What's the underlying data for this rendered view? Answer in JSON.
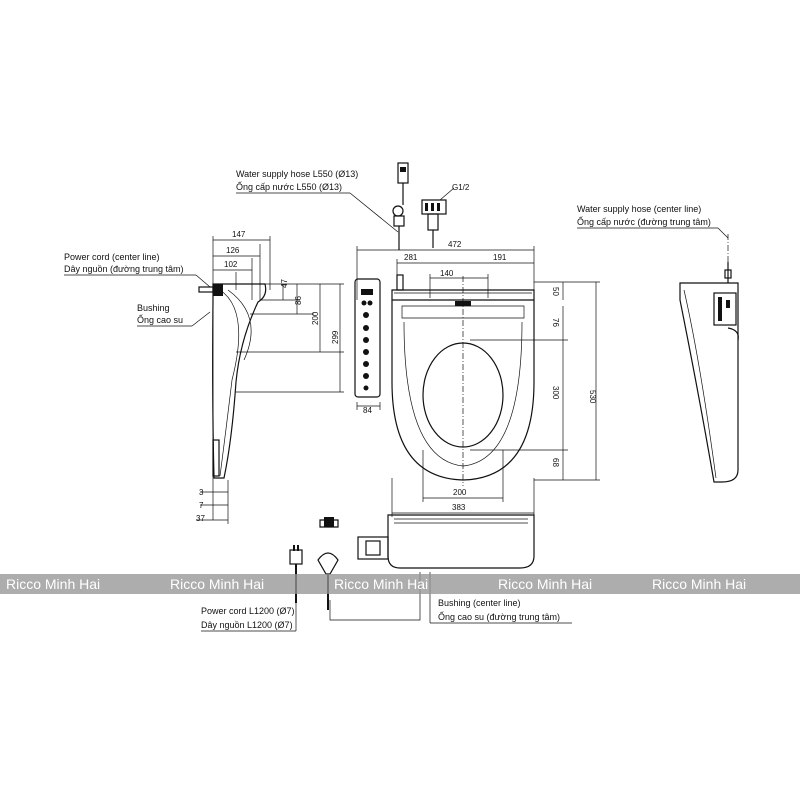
{
  "labels": {
    "water_hose_en": "Water supply hose L550 (Ø13)",
    "water_hose_vi": "Ống cấp nước L550 (Ø13)",
    "g12": "G1/2",
    "water_center_en": "Water supply hose (center line)",
    "water_center_vi": "Ống cấp nước (đường trung tâm)",
    "power_center_en": "Power cord (center line)",
    "power_center_vi": "Dây nguồn (đường trung tâm)",
    "bushing_en": "Bushing",
    "bushing_vi": "Ống cao su",
    "power_l1200_en": "Power cord L1200 (Ø7)",
    "power_l1200_vi": "Dây nguồn L1200 (Ø7)",
    "bushing_center_en": "Bushing (center line)",
    "bushing_center_vi": "Ống cao su (đường trung tâm)"
  },
  "dimensions": {
    "side_147": "147",
    "side_126": "126",
    "side_102": "102",
    "side_47": "47",
    "side_86": "86",
    "side_200": "200",
    "side_299": "299",
    "remote_84": "84",
    "bottom_3": "3",
    "bottom_7": "7",
    "bottom_37": "37",
    "top_472": "472",
    "top_281": "281",
    "top_191": "191",
    "top_140": "140",
    "right_50": "50",
    "right_76": "76",
    "right_300": "300",
    "right_68": "68",
    "right_530": "530",
    "bottom_200": "200",
    "bottom_383": "383"
  },
  "watermark": {
    "text": "Ricco Minh Hai",
    "band_color": "#969696"
  }
}
